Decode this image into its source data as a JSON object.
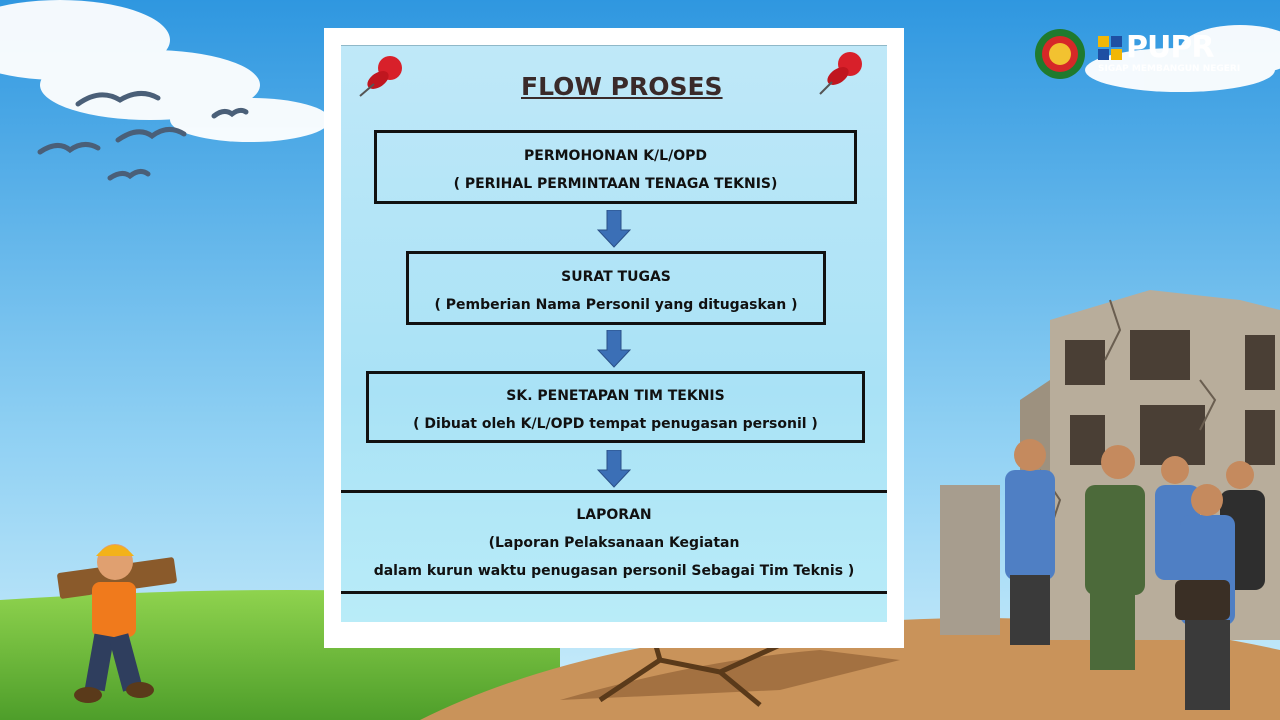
{
  "diagram": {
    "title": "FLOW PROSES",
    "steps": [
      {
        "line1": "PERMOHONAN K/L/OPD",
        "line2": "( PERIHAL PERMINTAAN  TENAGA TEKNIS)"
      },
      {
        "line1": "SURAT TUGAS",
        "line2": "( Pemberian Nama Personil yang ditugaskan )"
      },
      {
        "line1": "SK. PENETAPAN TIM TEKNIS",
        "line2": "( Dibuat oleh K/L/OPD tempat penugasan personil )"
      }
    ],
    "final": {
      "line1": "LAPORAN",
      "line2": "(Laporan Pelaksanaan Kegiatan",
      "line3": "dalam kurun waktu penugasan personil Sebagai Tim Teknis )"
    }
  },
  "logo": {
    "brand": "PUPR",
    "tagline": "SIGAP MEMBANGUN NEGERI"
  },
  "colors": {
    "sky": "#3fa6e6",
    "panel": "#aee3f6",
    "arrow": "#3b6fb6",
    "grass": "#6fbf3c",
    "ground": "#c9935a",
    "pin": "#d8202a"
  }
}
